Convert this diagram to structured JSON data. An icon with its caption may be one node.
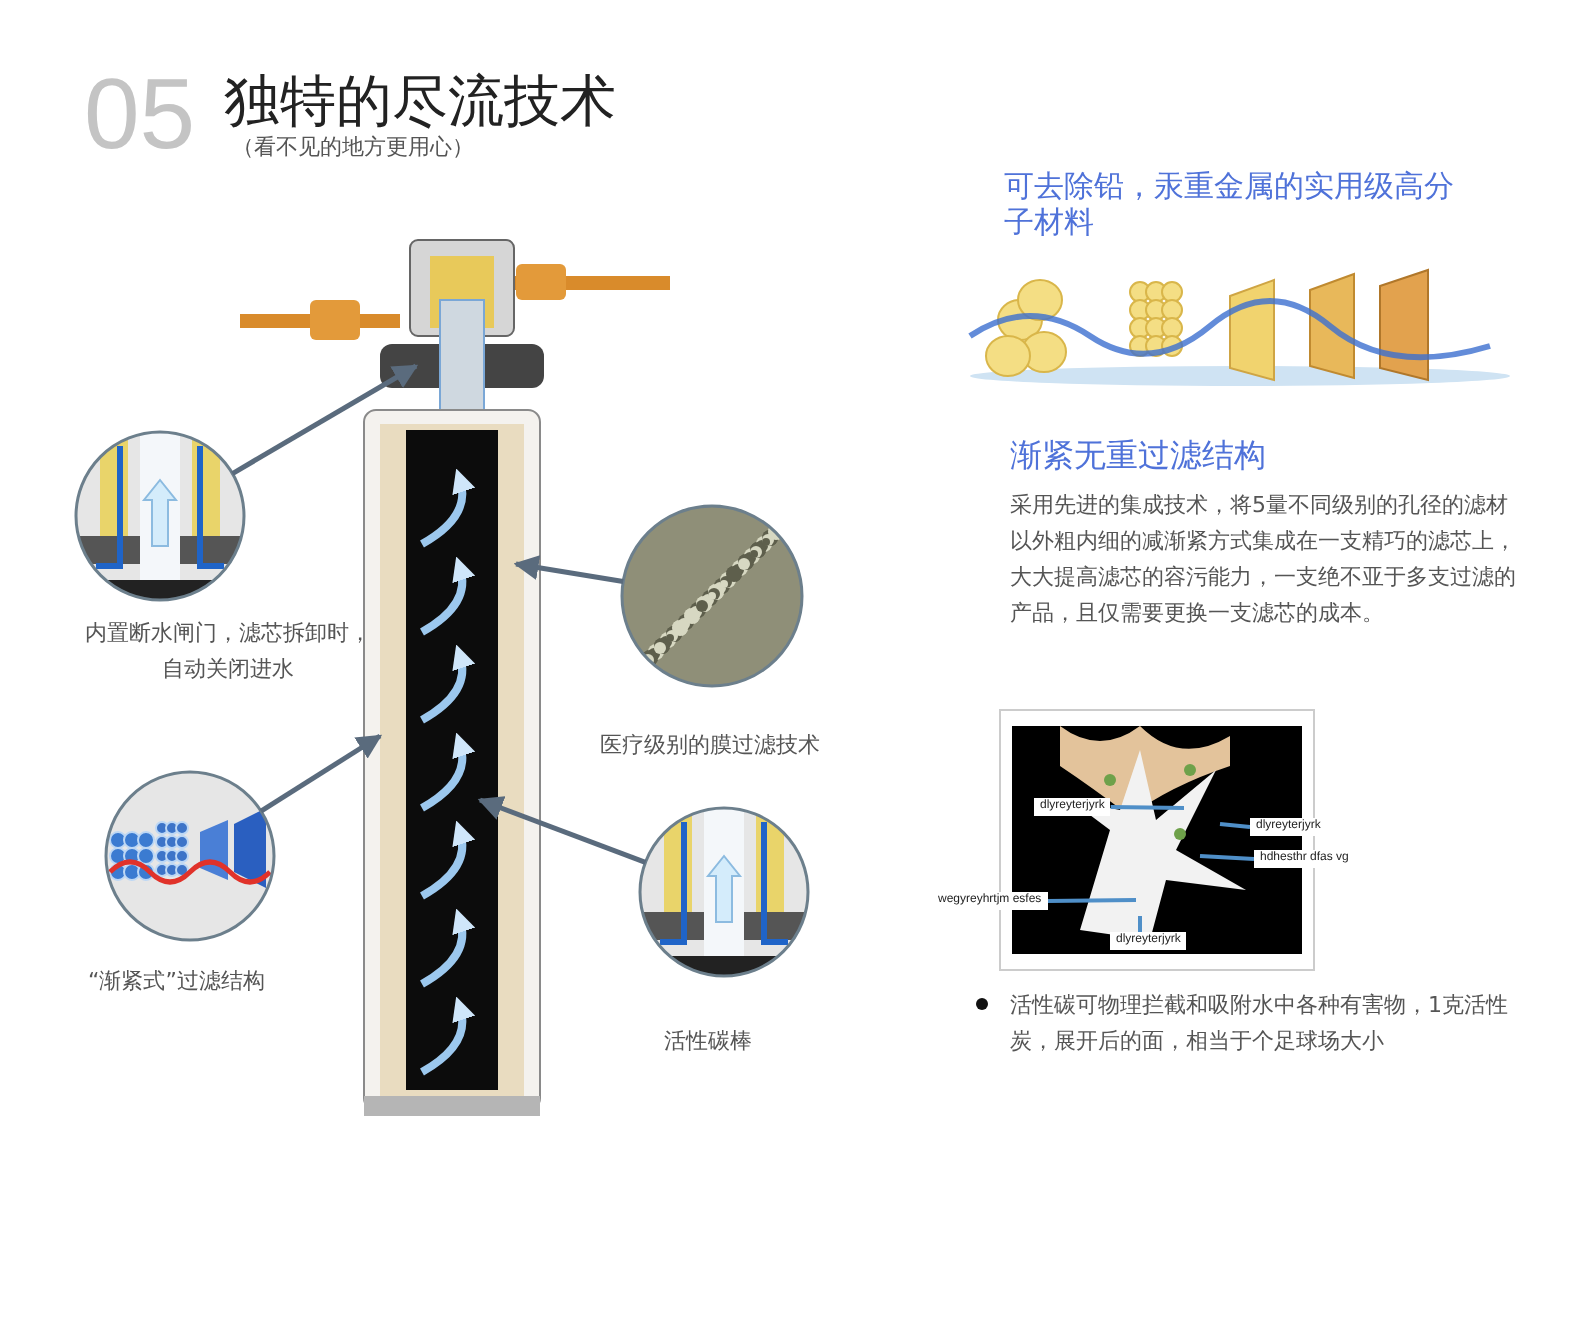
{
  "diagram": {
    "title": "独特的尽流技术",
    "nodes": [
      {
        "text": [],
        "shape": "picture"
      },
      {
        "text": [],
        "shape": "picture"
      },
      {
        "text": [],
        "shape": "picture"
      },
      {
        "text": [],
        "shape": "picture"
      },
      {
        "text": [],
        "shape": "picture"
      },
      {
        "text": [],
        "shape": "picture"
      },
      {
        "text": [
          "dlyreyterjyrk"
        ],
        "in": 5
      },
      {
        "text": [
          "dlyreyterjyrk"
        ]
      },
      {
        "text": [
          "hdhesthr dfas vg"
        ]
      },
      {
        "text": [
          "wegyreyhrtjm esfes"
        ]
      },
      {
        "text": [
          "dlyreyterjyrk"
        ],
        "in": 5
      }
    ],
    "edges": [
      {
        "from": 1,
        "to": 0,
        "arrow": "to"
      },
      {
        "from": 2,
        "to": 0,
        "arrow": "to"
      },
      {
        "from": 3,
        "to": 0,
        "arrow": "to"
      },
      {
        "from": 4,
        "to": 0,
        "arrow": "to"
      },
      {
        "from": 6,
        "to": null,
        "arrow": "none"
      },
      {
        "from": 7,
        "to": null,
        "arrow": "none"
      },
      {
        "from": 8,
        "to": null,
        "arrow": "none"
      },
      {
        "from": 9,
        "to": null,
        "arrow": "none"
      },
      {
        "from": 10,
        "to": null,
        "arrow": "none"
      }
    ],
    "labels": [
      "05",
      "（看不见的地方更用心）",
      "可去除铅，汞重金属的实用级高分子材料",
      "内置断水闸门，滤芯拆卸时，自动关闭进水",
      "医疗级别的膜过滤技术",
      "渐紧无重过滤结构",
      "采用先进的集成技术，将5量不同级别的孔径的滤材以外粗内细的减渐紧方式集成在一支精巧的滤芯上，大大提高滤芯的容污能力，一支绝不亚于多支过滤的产品，且仅需要更换一支滤芯的成本。",
      "“渐紧式”过滤结构",
      "活性碳棒",
      "活性碳可物理拦截和吸附水中各种有害物，1克活性炭，展开后的面，相当于个足球场大小"
    ]
  }
}
